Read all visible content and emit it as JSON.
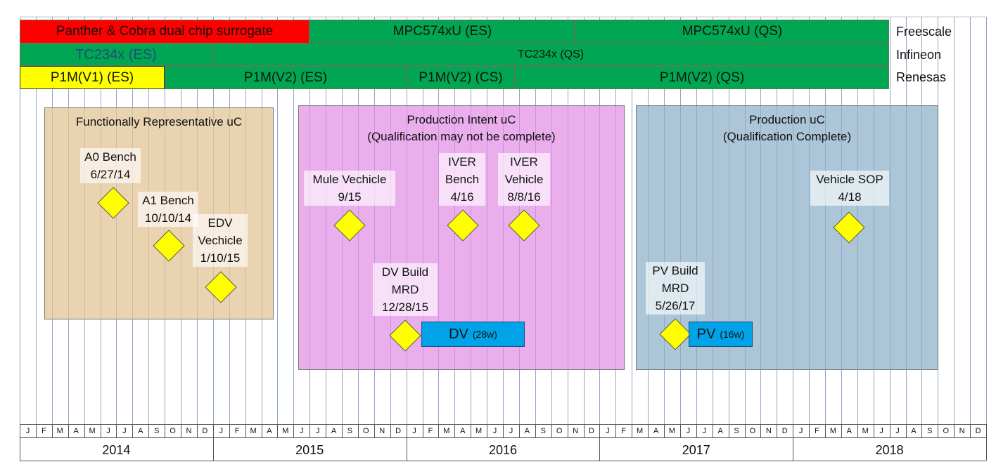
{
  "chips": {
    "freescale": {
      "vendor": "Freescale",
      "segments": [
        {
          "label": "Panther & Cobra dual chip surrogate",
          "color": "red"
        },
        {
          "label": "MPC574xU (ES)",
          "color": "green"
        },
        {
          "label": "MPC574xU (QS)",
          "color": "green"
        }
      ]
    },
    "infineon": {
      "vendor": "Infineon",
      "segments": [
        {
          "label": "TC234x (ES)",
          "color": "green"
        },
        {
          "label": "TC234x (QS)",
          "color": "green"
        }
      ]
    },
    "renesas": {
      "vendor": "Renesas",
      "segments": [
        {
          "label": "P1M(V1) (ES)",
          "color": "yellow"
        },
        {
          "label": "P1M(V2) (ES)",
          "color": "green"
        },
        {
          "label": "P1M(V2) (CS)",
          "color": "green"
        },
        {
          "label": "P1M(V2) (QS)",
          "color": "green"
        }
      ]
    }
  },
  "phases": {
    "functional": {
      "title": "Functionally Representative uC"
    },
    "intent": {
      "title_line1": "Production Intent uC",
      "title_line2": "(Qualification may not be complete)"
    },
    "production": {
      "title_line1": "Production uC",
      "title_line2": "(Qualification Complete)"
    }
  },
  "milestones": {
    "a0": {
      "line1": "A0 Bench",
      "line2": "6/27/14"
    },
    "a1": {
      "line1": "A1 Bench",
      "line2": "10/10/14"
    },
    "edv": {
      "line1": "EDV",
      "line2": "Vechicle",
      "line3": "1/10/15"
    },
    "mule": {
      "line1": "Mule Vechicle",
      "line2": "9/15"
    },
    "iver_bench": {
      "line1": "IVER",
      "line2": "Bench",
      "line3": "4/16"
    },
    "iver_vehicle": {
      "line1": "IVER",
      "line2": "Vehicle",
      "line3": "8/8/16"
    },
    "dv_build": {
      "line1": "DV Build",
      "line2": "MRD",
      "line3": "12/28/15"
    },
    "vehicle_sop": {
      "line1": "Vehicle SOP",
      "line2": "4/18"
    },
    "pv_build": {
      "line1": "PV Build",
      "line2": "MRD",
      "line3": "5/26/17"
    }
  },
  "builds": {
    "dv": {
      "label": "DV",
      "duration": "(28w)"
    },
    "pv": {
      "label": "PV",
      "duration": "(16w)"
    }
  },
  "timeline": {
    "months": [
      "J",
      "F",
      "M",
      "A",
      "M",
      "J",
      "J",
      "A",
      "S",
      "O",
      "N",
      "D"
    ],
    "years": [
      "2014",
      "2015",
      "2016",
      "2017",
      "2018"
    ]
  },
  "colors": {
    "bar_green": "#00a651",
    "bar_red": "#ff0000",
    "bar_yellow": "#ffff00",
    "build_blue": "#00a2e8",
    "milestone_yellow": "#ffff00"
  }
}
